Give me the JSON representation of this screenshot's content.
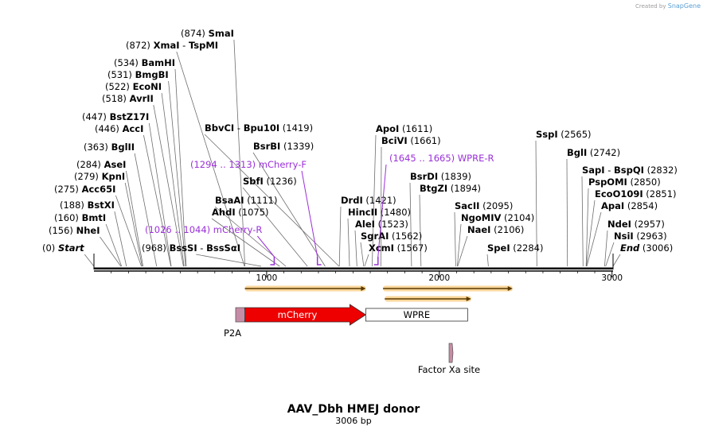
{
  "header": {
    "badge_text": "Created by",
    "badge_brand": "SnapGene"
  },
  "map": {
    "title": "AAV_Dbh HMEJ donor",
    "length_label": "3006 bp",
    "total_bp": 3006,
    "ruler_ticks": [
      {
        "pos": 1000,
        "label": "1000"
      },
      {
        "pos": 2000,
        "label": "2000"
      },
      {
        "pos": 3000,
        "label": "3000"
      }
    ],
    "sites": [
      {
        "pos": 0,
        "pos_label": "(0)",
        "name": "Start",
        "italic": true
      },
      {
        "pos": 156,
        "pos_label": "(156)",
        "name": "NheI"
      },
      {
        "pos": 160,
        "pos_label": "(160)",
        "name": "BmtI"
      },
      {
        "pos": 188,
        "pos_label": "(188)",
        "name": "BstXI"
      },
      {
        "pos": 275,
        "pos_label": "(275)",
        "name": "Acc65I"
      },
      {
        "pos": 279,
        "pos_label": "(279)",
        "name": "KpnI"
      },
      {
        "pos": 284,
        "pos_label": "(284)",
        "name": "AseI"
      },
      {
        "pos": 363,
        "pos_label": "(363)",
        "name": "BglII"
      },
      {
        "pos": 446,
        "pos_label": "(446)",
        "name": "AccI"
      },
      {
        "pos": 447,
        "pos_label": "(447)",
        "name": "BstZ17I"
      },
      {
        "pos": 518,
        "pos_label": "(518)",
        "name": "AvrII"
      },
      {
        "pos": 522,
        "pos_label": "(522)",
        "name": "EcoNI"
      },
      {
        "pos": 531,
        "pos_label": "(531)",
        "name": "BmgBI"
      },
      {
        "pos": 534,
        "pos_label": "(534)",
        "name": "BamHI"
      },
      {
        "pos": 872,
        "pos_label": "(872)",
        "name": "XmaI",
        "name2": "TspMI"
      },
      {
        "pos": 874,
        "pos_label": "(874)",
        "name": "SmaI"
      },
      {
        "pos": 968,
        "pos_label": "(968)",
        "name": "BssSI",
        "name2": "BssSαI"
      },
      {
        "pos": 1075,
        "pos_label": "(1075)",
        "name": "AhdI"
      },
      {
        "pos": 1111,
        "pos_label": "(1111)",
        "name": "BsaAI"
      },
      {
        "pos": 1236,
        "pos_label": "(1236)",
        "name": "SbfI"
      },
      {
        "pos": 1339,
        "pos_label": "(1339)",
        "name": "BsrBI"
      },
      {
        "pos": 1419,
        "pos_label": "(1419)",
        "name": "BbvCI",
        "name2": "Bpu10I"
      },
      {
        "pos": 1421,
        "pos_label": "(1421)",
        "name": "DrdI"
      },
      {
        "pos": 1480,
        "pos_label": "(1480)",
        "name": "HincII"
      },
      {
        "pos": 1523,
        "pos_label": "(1523)",
        "name": "AleI"
      },
      {
        "pos": 1562,
        "pos_label": "(1562)",
        "name": "SgrAI"
      },
      {
        "pos": 1567,
        "pos_label": "(1567)",
        "name": "XcmI"
      },
      {
        "pos": 1611,
        "pos_label": "(1611)",
        "name": "ApoI"
      },
      {
        "pos": 1661,
        "pos_label": "(1661)",
        "name": "BciVI"
      },
      {
        "pos": 1839,
        "pos_label": "(1839)",
        "name": "BsrDI"
      },
      {
        "pos": 1894,
        "pos_label": "(1894)",
        "name": "BtgZI"
      },
      {
        "pos": 2095,
        "pos_label": "(2095)",
        "name": "SacII"
      },
      {
        "pos": 2104,
        "pos_label": "(2104)",
        "name": "NgoMIV"
      },
      {
        "pos": 2106,
        "pos_label": "(2106)",
        "name": "NaeI"
      },
      {
        "pos": 2284,
        "pos_label": "(2284)",
        "name": "SpeI"
      },
      {
        "pos": 2565,
        "pos_label": "(2565)",
        "name": "SspI"
      },
      {
        "pos": 2742,
        "pos_label": "(2742)",
        "name": "BglI"
      },
      {
        "pos": 2832,
        "pos_label": "(2832)",
        "name": "SapI",
        "name2": "BspQI"
      },
      {
        "pos": 2850,
        "pos_label": "(2850)",
        "name": "PspOMI"
      },
      {
        "pos": 2851,
        "pos_label": "(2851)",
        "name": "EcoO109I"
      },
      {
        "pos": 2854,
        "pos_label": "(2854)",
        "name": "ApaI"
      },
      {
        "pos": 2957,
        "pos_label": "(2957)",
        "name": "NdeI"
      },
      {
        "pos": 2963,
        "pos_label": "(2963)",
        "name": "NsiI"
      },
      {
        "pos": 3006,
        "pos_label": "(3006)",
        "name": "End",
        "italic": true
      }
    ],
    "primers": [
      {
        "name": "mCherry-R",
        "range": "(1026 .. 1044)",
        "pos": 1044,
        "dir": "reverse"
      },
      {
        "name": "mCherry-F",
        "range": "(1294 .. 1313)",
        "pos": 1294,
        "dir": "forward"
      },
      {
        "name": "WPRE-R",
        "range": "(1645 .. 1665)",
        "pos": 1645,
        "dir": "reverse"
      }
    ],
    "orf_arrows": [
      {
        "start": 874,
        "end": 1574
      },
      {
        "start": 1674,
        "end": 2424
      },
      {
        "start": 1684,
        "end": 2184
      }
    ],
    "features": [
      {
        "name": "P2A",
        "start": 820,
        "end": 874,
        "type": "cds-small",
        "color": "#c78ca5",
        "label_below": true
      },
      {
        "name": "mCherry",
        "start": 874,
        "end": 1574,
        "type": "cds",
        "color": "#ee0000"
      },
      {
        "name": "WPRE",
        "start": 1574,
        "end": 2164,
        "type": "misc",
        "color": "#ffffff"
      },
      {
        "name": "Factor Xa site",
        "start": 2082,
        "end": 2094,
        "type": "cds-small",
        "color": "#c78ca5",
        "label_below": true
      }
    ],
    "colors": {
      "primer": "#9b30d9",
      "orf_fill": "#f5a623",
      "backbone": "#000000",
      "leader": "#6e6e6e"
    }
  }
}
